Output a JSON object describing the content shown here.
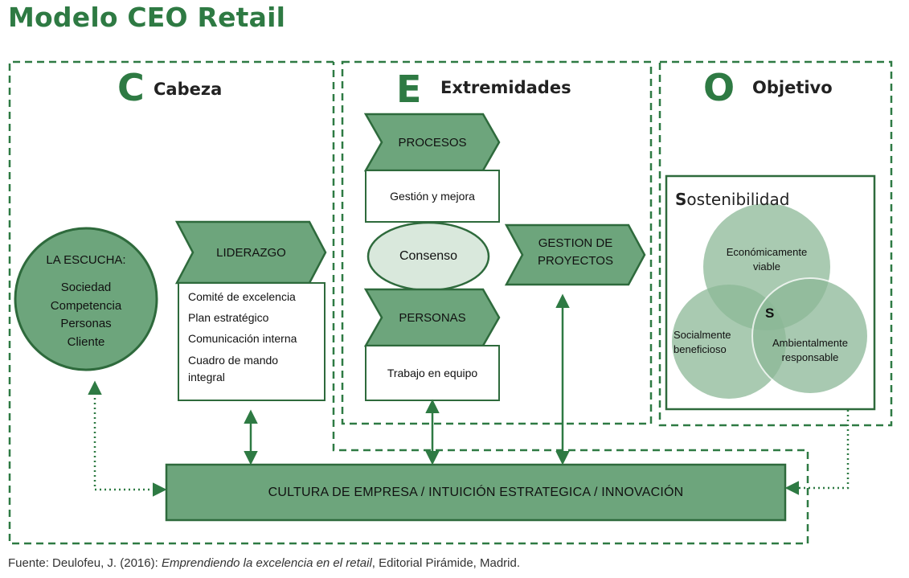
{
  "title": "Modelo CEO Retail",
  "sections": {
    "c": {
      "letter": "C",
      "title": "Cabeza"
    },
    "e": {
      "letter": "E",
      "title": "Extremidades"
    },
    "o": {
      "letter": "O",
      "title": "Objetivo"
    }
  },
  "escucha": {
    "heading": "LA ESCUCHA:",
    "items": [
      "Sociedad",
      "Competencia",
      "Personas",
      "Cliente"
    ]
  },
  "liderazgo": {
    "label": "LIDERAZGO",
    "items": [
      "Comité de excelencia",
      "Plan estratégico",
      "Comunicación interna",
      "Cuadro de mando integral"
    ]
  },
  "procesos": {
    "label": "PROCESOS",
    "box": "Gestión y mejora"
  },
  "consenso": "Consenso",
  "personas": {
    "label": "PERSONAS",
    "box": "Trabajo en equipo"
  },
  "gestion_proyectos": {
    "line1": "GESTION DE",
    "line2": "PROYECTOS"
  },
  "sostenibilidad": {
    "title_initial": "S",
    "title_rest": "ostenibilidad",
    "economic": {
      "line1": "Económicamente",
      "line2": "viable"
    },
    "social": {
      "line1": "Socialmente",
      "line2": "beneficioso"
    },
    "environmental": {
      "line1": "Ambientalmente",
      "line2": "responsable"
    },
    "center": "S"
  },
  "culture": "CULTURA DE EMPRESA / INTUICIÓN ESTRATEGICA / INNOVACIÓN",
  "footer": {
    "prefix": "Fuente: Deulofeu, J. (2016): ",
    "book": "Emprendiendo la excelencia en el retail",
    "suffix": ", Editorial Pirámide, Madrid."
  },
  "colors": {
    "brand_green": "#2e7a43",
    "fill_green": "#6da57c",
    "light_green": "#d9e8dc",
    "venn_green": "#8cb897",
    "venn_overlap": "#5f9a6f"
  }
}
